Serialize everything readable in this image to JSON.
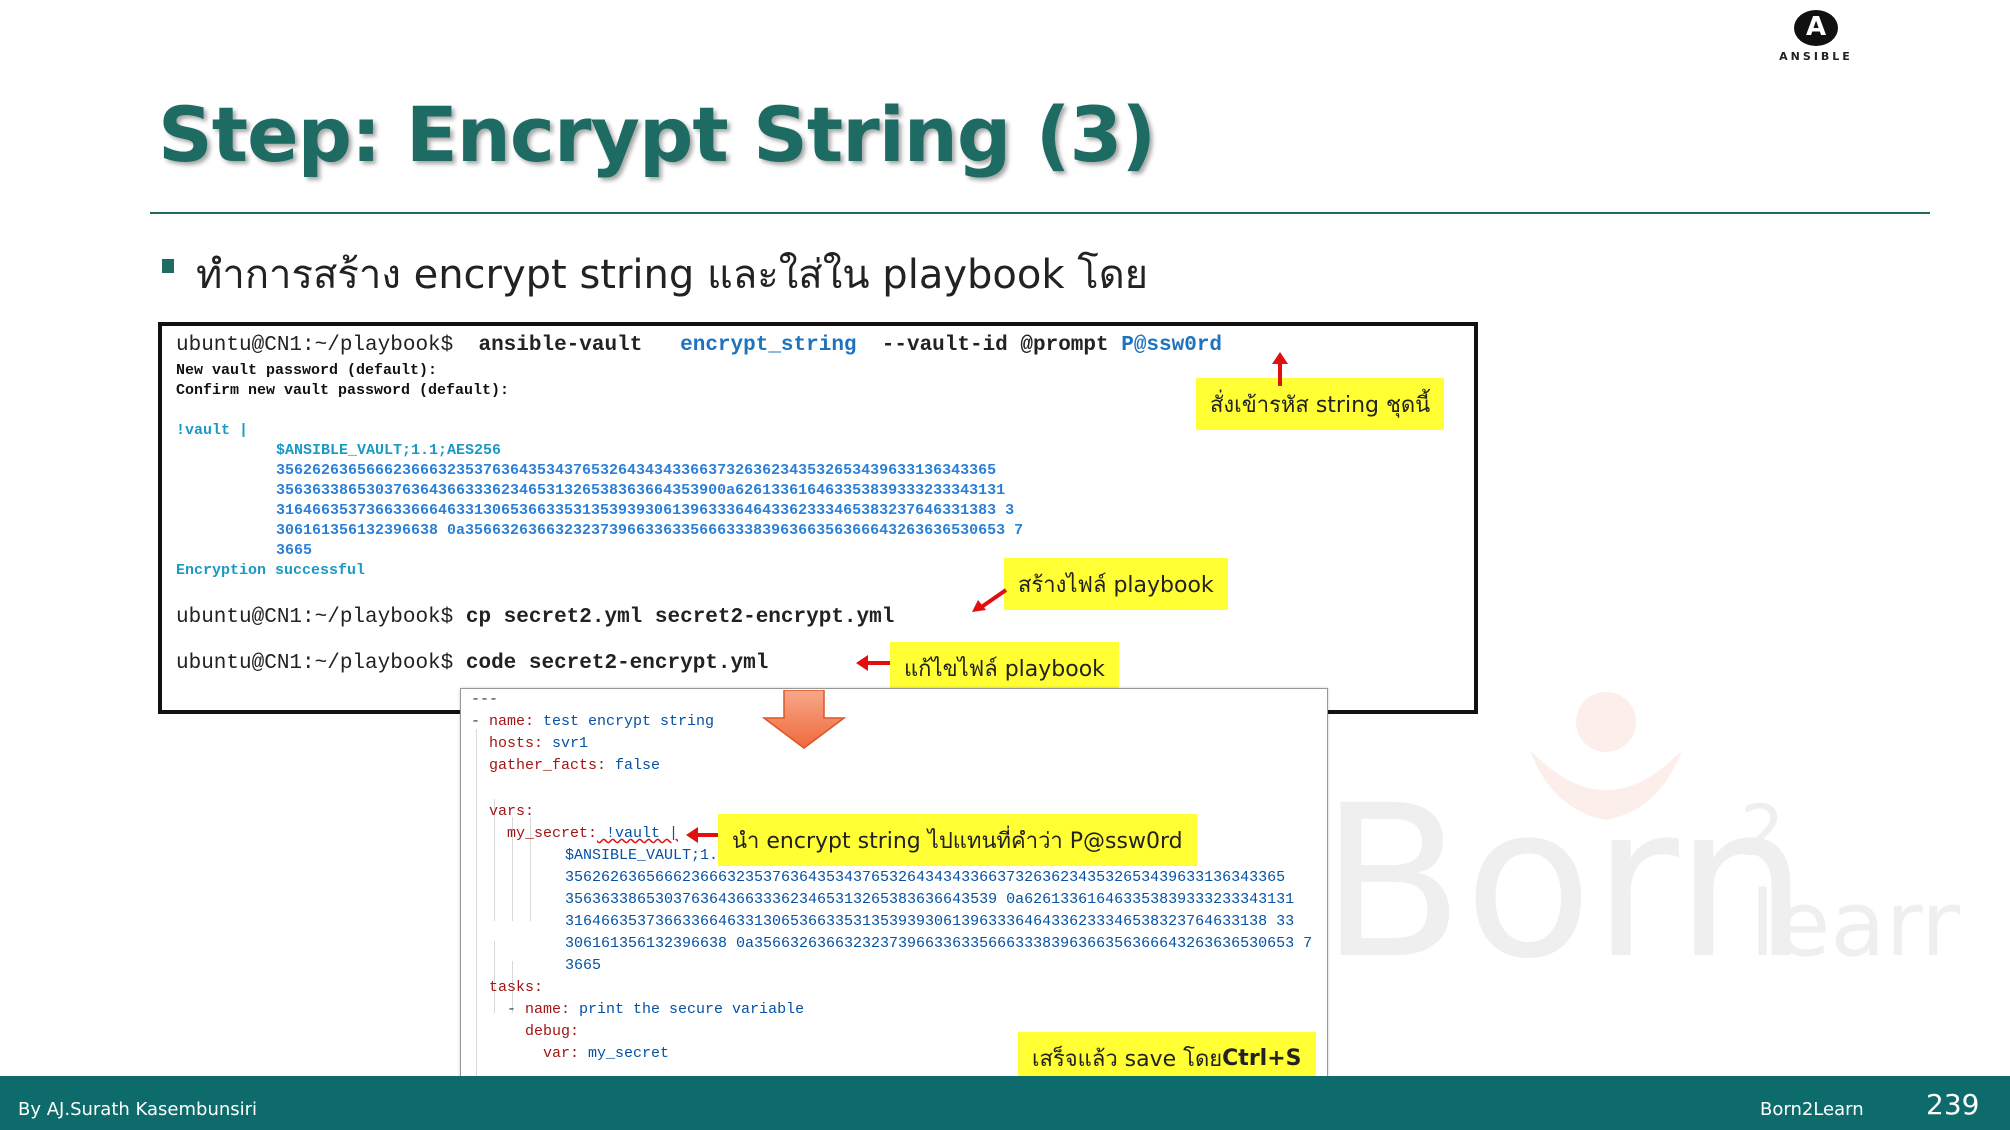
{
  "header": {
    "logo_glyph": "A",
    "logo_word": "ANSIBLE",
    "title": "Step: Encrypt String (3)"
  },
  "bullet": {
    "text": "ทำการสร้าง encrypt string และใส่ใน playbook โดย"
  },
  "terminal": {
    "cmd1_prompt": "ubuntu@CN1:~/playbook$",
    "cmd1_a": "ansible-vault",
    "cmd1_b": "encrypt_string",
    "cmd1_c": "--vault-id @prompt",
    "cmd1_d": "P@ssw0rd",
    "line_new_pw": "New vault password (default):",
    "line_confirm_pw": "Confirm new vault password (default):",
    "vault_tag": "!vault |",
    "vault_header": "$ANSIBLE_VAULT;1.1;AES256",
    "hex": [
      "35626263656662366632353763643534376532643434336637326362343532653439633136343365",
      "35636338653037636436633362346531326538363664353900a626133616463353839333233343131",
      "31646635373663366646331306536633531353939306139633364643362333465383237646331383 3",
      "306161356132396638 0a356632636632323739663363356663338396366356366643263636530653 7",
      "3665"
    ],
    "success": "Encryption successful",
    "cmd2_prompt": "ubuntu@CN1:~/playbook$",
    "cmd2": "cp secret2.yml secret2-encrypt.yml",
    "cmd3_prompt": "ubuntu@CN1:~/playbook$",
    "cmd3": "code secret2-encrypt.yml"
  },
  "callouts": {
    "c1": "สั่งเข้ารหัส string ชุดนี้",
    "c2": "สร้างไฟล์ playbook",
    "c3": "แก้ไขไฟล์ playbook",
    "c4": "นำ encrypt string ไปแทนที่คำว่า P@ssw0rd",
    "c5_a": "เสร็จแล้ว  save โดย ",
    "c5_b": "Ctrl+S"
  },
  "editor": {
    "l1": "---",
    "l2_dash": "- ",
    "l2_key": "name:",
    "l2_val": " test encrypt string",
    "l3_key": "hosts:",
    "l3_val": " svr1",
    "l4_key": "gather_facts:",
    "l4_val": " false",
    "l5_key": "vars:",
    "l6_key": "my_secret:",
    "l6_val": " !vault |",
    "l7": "$ANSIBLE_VAULT;1.1;AES256",
    "hex": [
      "35626263656662366632353763643534376532643434336637326362343532653439633136343365",
      "356363386530376364366333623465313265383636643539 0a626133616463353839333233343131",
      "316466353736633664633130653663353135393930613963336464336233346538323764633138 33",
      "306161356132396638 0a356632636632323739663363356663338396366356366643263636530653 7",
      "3665"
    ],
    "l8_key": "tasks:",
    "l9_dash": "- ",
    "l9_key": "name:",
    "l9_val": " print the secure variable",
    "l10_key": "debug:",
    "l11_key": "var:",
    "l11_val": " my_secret",
    "l12": "..."
  },
  "watermark": {
    "text1": "Born",
    "text2": "2",
    "text3": "learn"
  },
  "footer": {
    "author": "By AJ.Surath Kasembunsiri",
    "brand": "Born2Learn",
    "page": "239"
  }
}
